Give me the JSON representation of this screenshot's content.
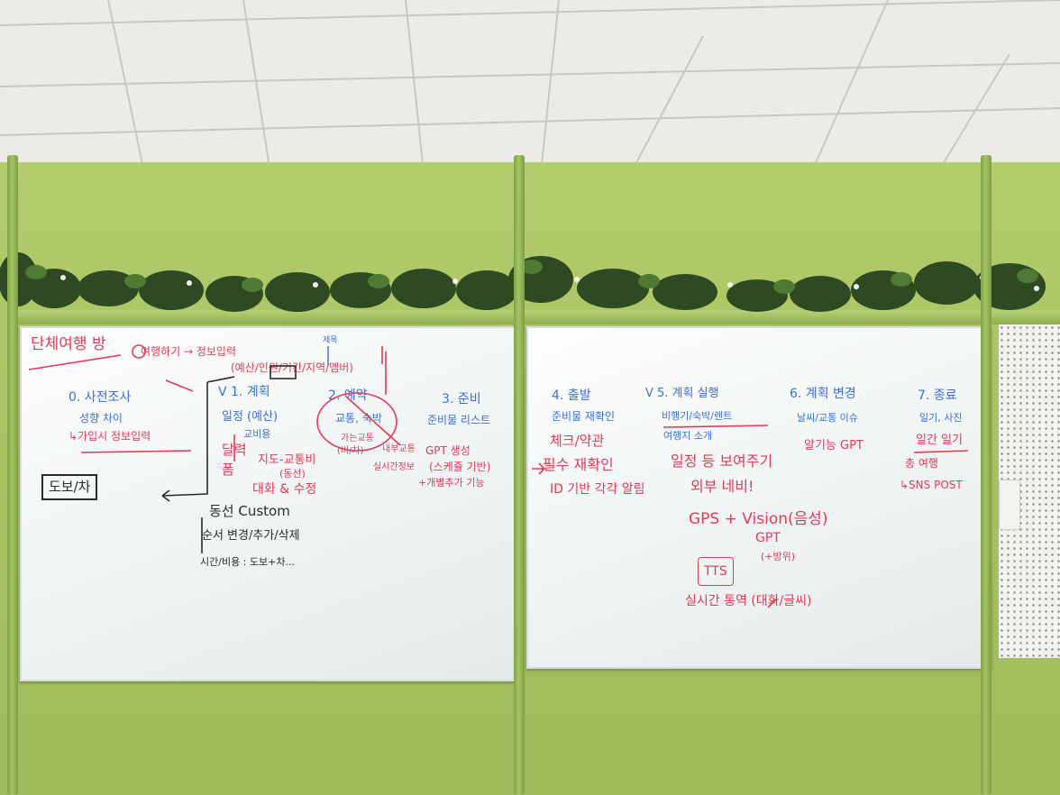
{
  "scene": "classroom wall with two whiteboards covered in handwritten Korean planning notes",
  "colors": {
    "wall": "#a9c463",
    "red_marker": "#e23a55",
    "blue_marker": "#3b6fd6",
    "black_marker": "#2a2a2a",
    "board": "#f7f9f9"
  },
  "left_board": {
    "title": "단체여행 방",
    "title_note": "여행하기 → 정보입력",
    "top_note": "(예산/인원/기간/지역/멤버)",
    "top_small_1": "제목",
    "sections": {
      "s0_title": "0. 사전조사",
      "s0_item1": "성향 차이",
      "s0_item2": "↳가입시 정보입력",
      "s0_box": "도보/차",
      "s1_title": "V 1. 계획",
      "s1_item1": "일정 (예산)",
      "s1_item2": "교비용",
      "s1_item3": "달력",
      "s1_item4": "폼",
      "s1_item5": "지도-교통비",
      "s1_item6": "(동선)",
      "s1_item7": "대화 & 수정",
      "s1_note1": "가는교통",
      "s1_note2": "(비/차)",
      "s1_note3": "내부교통",
      "s1_note4": "실시간정보",
      "s2_title": "2. 예약",
      "s2_item1": "교통, 숙박",
      "s3_title": "3. 준비",
      "s3_item1": "준비물 리스트",
      "s3_item2": "GPT 생성",
      "s3_item3": "(스케쥴 기반)",
      "s3_item4": "+개별추가 기능",
      "black1": "동선 Custom",
      "black2": "순서 변경/추가/삭제",
      "black3": "시간/비용 : 도보+차..."
    }
  },
  "right_board": {
    "s4_title": "4. 출발",
    "s4_item1": "준비물 재확인",
    "s4_item2": "체크/약관",
    "s4_item3": "필수 재확인",
    "s4_item4": "ID 기반 각각 알림",
    "s5_title": "V 5. 계획 실행",
    "s5_item1": "비행기/숙박/렌트",
    "s5_item2": "여행지 소개",
    "s5_item3": "일정 등 보여주기",
    "s5_item4": "외부 네비!",
    "s5_item5": "GPS + Vision(음성)",
    "s5_item6": "GPT",
    "s5_item7": "(+방위)",
    "s5_item8": "TTS",
    "s5_item9": "실시간 통역 (대화/글씨)",
    "s6_title": "6. 계획 변경",
    "s6_item1": "날씨/교통 이슈",
    "s6_item2": "알기능 GPT",
    "s7_title": "7. 종료",
    "s7_item1": "일기, 사진",
    "s7_item2": "일간 일기",
    "s7_item3": "총 여행",
    "s7_item4": "↳SNS POST"
  }
}
